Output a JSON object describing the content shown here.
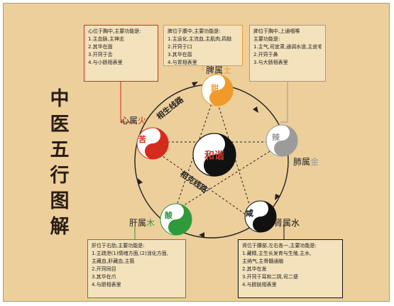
{
  "title_chars": [
    "中",
    "医",
    "五",
    "行",
    "图",
    "解"
  ],
  "center_label": "和谐",
  "cycle_labels": {
    "generating": "相生线路",
    "restraining": "相克线路"
  },
  "elements": {
    "heart": {
      "organ": "心属",
      "element": "火",
      "taste": "苦",
      "color": "#d52b1e"
    },
    "spleen": {
      "organ": "脾属",
      "element": "土",
      "taste": "甜",
      "color": "#f19a2b"
    },
    "lung": {
      "organ": "肺属",
      "element": "金",
      "taste": "辣",
      "color": "#9b9b9b"
    },
    "kidney": {
      "organ": "肾属",
      "element": "水",
      "taste": "咸",
      "color": "#111111"
    },
    "liver": {
      "organ": "肝属",
      "element": "木",
      "taste": "酸",
      "color": "#2f9a3c"
    }
  },
  "info_boxes": {
    "heart": {
      "border": "#d52b1e",
      "lines": [
        "心位于胸中,主要功能是:",
        "1.主血脉,主神志",
        "2.其华在面",
        "3.开窍于舌",
        "4.与小肠相表里"
      ]
    },
    "spleen": {
      "border": "#f19a2b",
      "lines": [
        "脾位于腹中,主要功能是:",
        "1.主运化,主流血,主肌肉,四肢",
        "2.开窍于口",
        "3.其华在唇",
        "4.与胃相表里"
      ]
    },
    "lung": {
      "border": "#9b9b9b",
      "lines": [
        "肺位于胸中,上通咽喉",
        "主要功能是:",
        "1.主气,司宣肃,通调水道,主皮毛",
        "2.开窍于鼻",
        "3.与大肠相表里"
      ]
    },
    "liver": {
      "border": "#2f9a3c",
      "lines": [
        "肝位于右肋,主要功能是:",
        "1.主疏泄(1)情绪方面,(2)消化方面,",
        "主藏血,肝藏血,主筋",
        "2.开窍同目",
        "3.其华在爪",
        "4.与胆相表里"
      ]
    },
    "kidney": {
      "border": "#111111",
      "lines": [
        "肾位于腰部,左右各一,主要功能是:",
        "1.藏精,主生长发育与生殖,主水,",
        "主纳气,主骨髓通脑",
        "2.其华在发",
        "3.开窍于耳和二阴,司二便",
        "4.与膀胱相表里"
      ]
    }
  }
}
